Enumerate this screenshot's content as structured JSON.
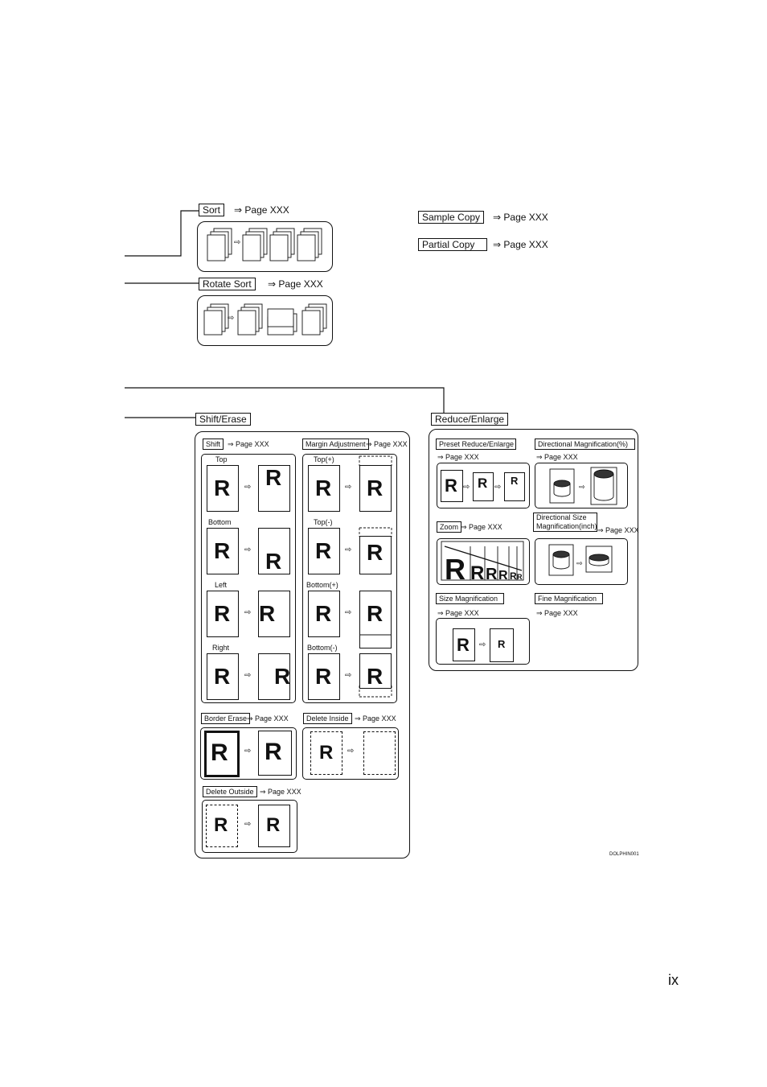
{
  "page_ref": "⇒ Page XXX",
  "arrow_glyph": "⇨",
  "letter": "R",
  "sort": {
    "label": "Sort"
  },
  "rotate_sort": {
    "label": "Rotate Sort"
  },
  "sample_copy": {
    "label": "Sample Copy"
  },
  "partial_copy": {
    "label": "Partial Copy"
  },
  "shift_erase": {
    "label": "Shift/Erase",
    "shift": {
      "label": "Shift",
      "top": "Top",
      "bottom": "Bottom",
      "left": "Left",
      "right": "Right"
    },
    "margin": {
      "label": "Margin Adjustment",
      "top_plus": "Top(+)",
      "top_minus": "Top(-)",
      "bottom_plus": "Bottom(+)",
      "bottom_minus": "Bottom(-)"
    },
    "border_erase": {
      "label": "Border Erase"
    },
    "delete_inside": {
      "label": "Delete Inside"
    },
    "delete_outside": {
      "label": "Delete Outside"
    }
  },
  "reduce_enlarge": {
    "label": "Reduce/Enlarge",
    "preset": {
      "label": "Preset Reduce/Enlarge"
    },
    "dir_mag_pct": {
      "label": "Directional Magnification(%)"
    },
    "zoom": {
      "label": "Zoom"
    },
    "dir_size_mag": {
      "label_line1": "Directional Size",
      "label_line2": "Magnification(inch)"
    },
    "size_mag": {
      "label": "Size Magnification"
    },
    "fine_mag": {
      "label": "Fine Magnification"
    }
  },
  "figure_code": "DOLPHIN001",
  "page_number": "ix"
}
